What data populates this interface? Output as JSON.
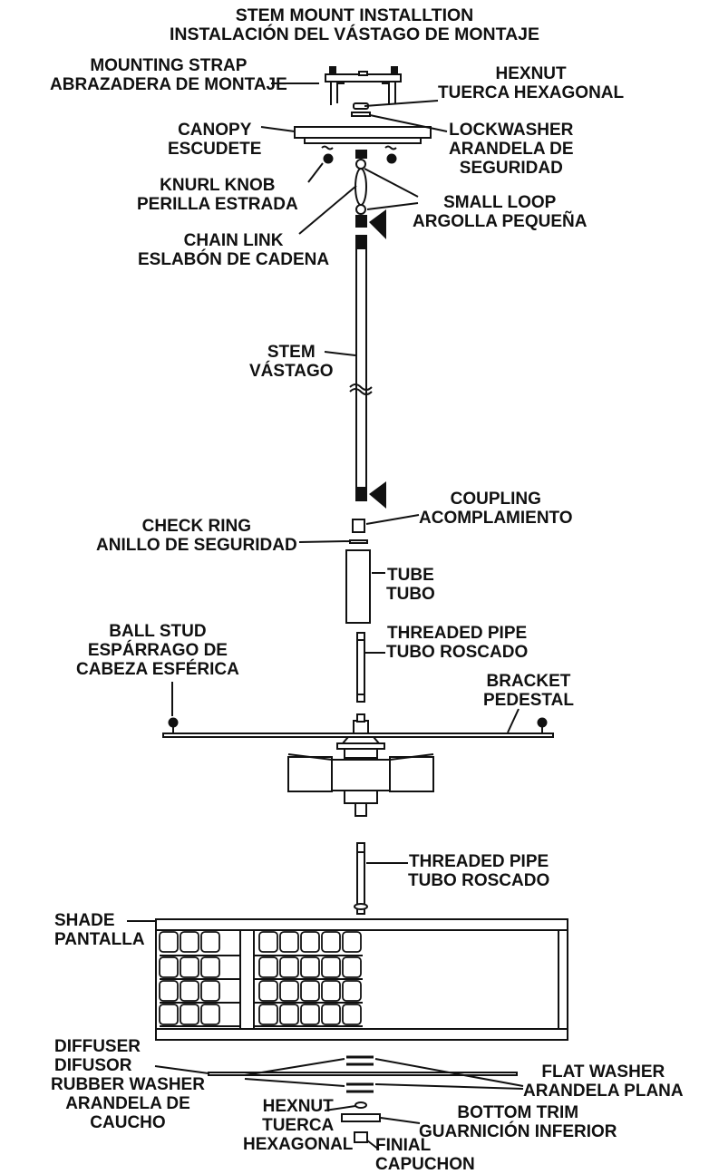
{
  "title": {
    "line1": "STEM MOUNT INSTALLTION",
    "line2": "INSTALACIÓN  DEL VÁSTAGO DE MONTAJE"
  },
  "labels": {
    "mounting_strap": [
      "MOUNTING STRAP",
      "ABRAZADERA DE MONTAJE"
    ],
    "hexnut_top": [
      "HEXNUT",
      "TUERCA HEXAGONAL"
    ],
    "canopy": [
      "CANOPY",
      "ESCUDETE"
    ],
    "lockwasher": [
      "LOCKWASHER",
      "ARANDELA DE",
      "SEGURIDAD"
    ],
    "knurl_knob": [
      "KNURL KNOB",
      "PERILLA ESTRADA"
    ],
    "small_loop": [
      "SMALL LOOP",
      "ARGOLLA PEQUEÑA"
    ],
    "chain_link": [
      "CHAIN LINK",
      "ESLABÓN DE CADENA"
    ],
    "stem": [
      "STEM",
      "VÁSTAGO"
    ],
    "coupling": [
      "COUPLING",
      "ACOMPLAMIENTO"
    ],
    "check_ring": [
      "CHECK RING",
      "ANILLO DE SEGURIDAD"
    ],
    "tube": [
      "TUBE",
      "TUBO"
    ],
    "threaded_pipe_upper": [
      "THREADED PIPE",
      "TUBO ROSCADO"
    ],
    "ball_stud": [
      "BALL STUD",
      "ESPÁRRAGO DE",
      "CABEZA ESFÉRICA"
    ],
    "bracket": [
      "BRACKET",
      "PEDESTAL"
    ],
    "threaded_pipe_lower": [
      "THREADED PIPE",
      "TUBO ROSCADO"
    ],
    "shade": [
      "SHADE",
      "PANTALLA"
    ],
    "diffuser": [
      "DIFFUSER",
      "DIFUSOR"
    ],
    "flat_washer": [
      "FLAT WASHER",
      "ARANDELA PLANA"
    ],
    "rubber_washer": [
      "RUBBER WASHER",
      "ARANDELA DE",
      "CAUCHO"
    ],
    "hexnut_bottom": [
      "HEXNUT",
      "TUERCA",
      "HEXAGONAL"
    ],
    "bottom_trim": [
      "BOTTOM TRIM",
      "GUARNICIÓN INFERIOR"
    ],
    "finial": [
      "FINIAL",
      "CAPUCHON"
    ]
  },
  "colors": {
    "ink": "#111111",
    "background": "#ffffff"
  }
}
